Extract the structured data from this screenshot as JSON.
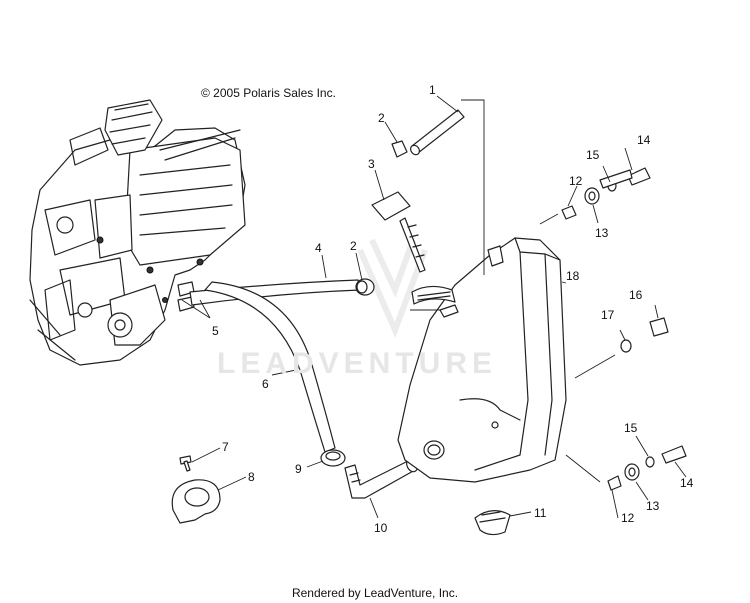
{
  "copyright": "© 2005 Polaris Sales Inc.",
  "footer": "Rendered by LeadVenture, Inc.",
  "watermark": "LEADVENTURE",
  "callouts": [
    {
      "id": "c1",
      "text": "1"
    },
    {
      "id": "c2a",
      "text": "2"
    },
    {
      "id": "c2b",
      "text": "2"
    },
    {
      "id": "c3",
      "text": "3"
    },
    {
      "id": "c4",
      "text": "4"
    },
    {
      "id": "c5",
      "text": "5"
    },
    {
      "id": "c6",
      "text": "6"
    },
    {
      "id": "c7",
      "text": "7"
    },
    {
      "id": "c8",
      "text": "8"
    },
    {
      "id": "c9",
      "text": "9"
    },
    {
      "id": "c10",
      "text": "10"
    },
    {
      "id": "c11",
      "text": "11"
    },
    {
      "id": "c12a",
      "text": "12"
    },
    {
      "id": "c12b",
      "text": "12"
    },
    {
      "id": "c13a",
      "text": "13"
    },
    {
      "id": "c13b",
      "text": "13"
    },
    {
      "id": "c14a",
      "text": "14"
    },
    {
      "id": "c14b",
      "text": "14"
    },
    {
      "id": "c15a",
      "text": "15"
    },
    {
      "id": "c15b",
      "text": "15"
    },
    {
      "id": "c16",
      "text": "16"
    },
    {
      "id": "c17",
      "text": "17"
    },
    {
      "id": "c18",
      "text": "18"
    }
  ]
}
